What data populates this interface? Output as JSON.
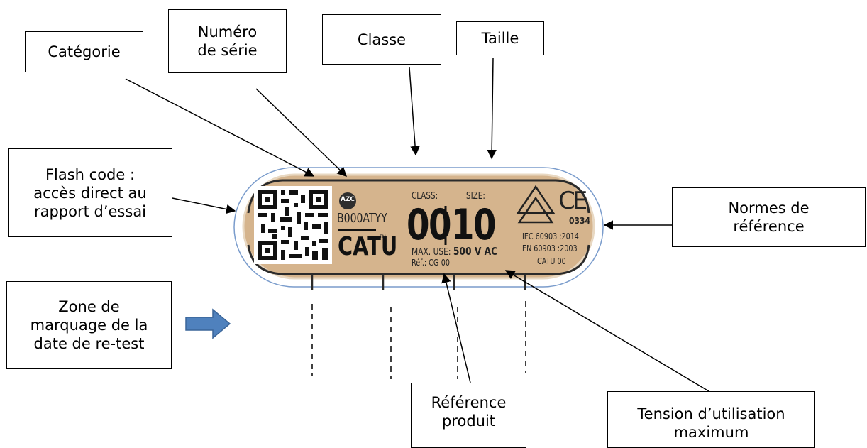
{
  "callouts": {
    "categorie": "Catégorie",
    "numero_serie": "Numéro\nde série",
    "classe": "Classe",
    "taille": "Taille",
    "flash_code": "Flash code :\naccès direct au\nrapport d’essai",
    "normes": "Normes de\nréférence",
    "zone_marquage": "Zone de\nmarquage de la\ndate de re-test",
    "reference_produit": "Référence\nproduit",
    "tension": "Tension d’utilisation\nmaximum"
  },
  "label": {
    "category_badge": "AZC",
    "serial": "B000ATYY",
    "brand": "CATU",
    "trademark": "TM",
    "class_label": "CLASS:",
    "class_value": "00",
    "size_label": "SIZE:",
    "size_value": "10",
    "max_use_prefix": "MAX. USE:",
    "max_use_value": "500 V AC",
    "ref": "Réf.: CG-00",
    "ce_mark": "CE",
    "notified_body": "0334",
    "standard_1": "IEC 60903 :2014",
    "standard_2": "EN 60903 :2003",
    "standard_3": "CATU 00"
  },
  "colors": {
    "label_fill": "#d5b48d",
    "label_border": "#2b2b2b",
    "outer_border": "#7a9ccc",
    "arrow_fill": "#4f81bd"
  }
}
